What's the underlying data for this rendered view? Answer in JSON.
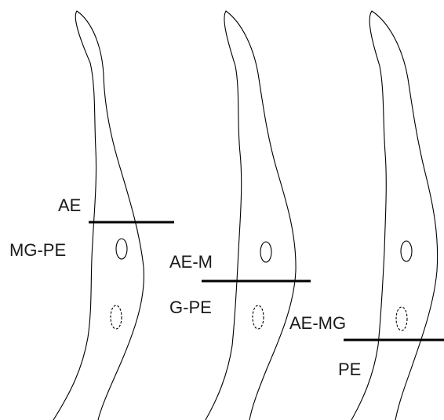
{
  "panels": [
    {
      "upper_label": "AE",
      "lower_label": "MG-PE"
    },
    {
      "upper_label": "AE-M",
      "lower_label": "G-PE"
    },
    {
      "upper_label": "AE-MG",
      "lower_label": "PE"
    }
  ],
  "colors": {
    "stroke": "#000000",
    "text": "#1a1a1a",
    "background": "#ffffff"
  }
}
